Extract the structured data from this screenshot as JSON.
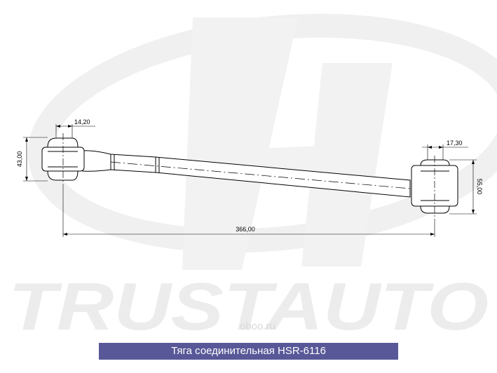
{
  "watermark": {
    "brand": "TRUSTAUTO",
    "site": "oboo.ru"
  },
  "dimensions": {
    "left_bushing_width": "14,20",
    "left_height": "43,00",
    "right_bushing_width": "17,30",
    "right_height": "55,00",
    "total_length": "366,00"
  },
  "caption": "Тяга соединительная HSR-6116",
  "colors": {
    "caption_bg": "#585898",
    "caption_text": "#ffffff",
    "line": "#000000",
    "watermark": "#ececec"
  }
}
